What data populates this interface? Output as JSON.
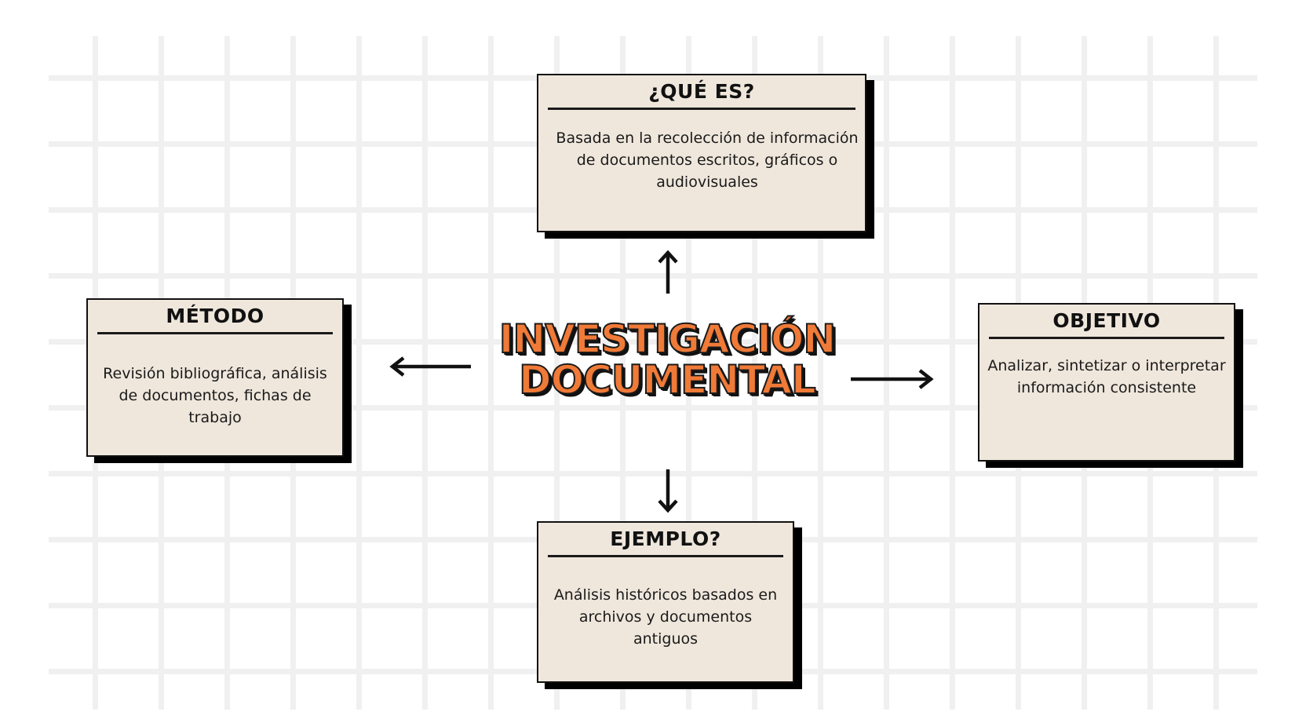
{
  "center": {
    "line1": "INVESTIGACIÓN",
    "line2": "DOCUMENTAL"
  },
  "boxes": {
    "que_es": {
      "title": "¿QUÉ ES?",
      "text": "Basada en la recolección de información de documentos escritos, gráficos o audiovisuales"
    },
    "metodo": {
      "title": "MÉTODO",
      "text": "Revisión bibliográfica, análisis de documentos, fichas de trabajo"
    },
    "objetivo": {
      "title": "OBJETIVO",
      "text": "Analizar, sintetizar o interpretar información consistente"
    },
    "ejemplo": {
      "title": "EJEMPLO?",
      "text": "Análisis históricos basados en archivos y documentos antiguos"
    }
  },
  "colors": {
    "box_fill": "#efe7dc",
    "title_fill": "#f07a37",
    "outline": "#111111",
    "grid": "#f0f0f0"
  }
}
